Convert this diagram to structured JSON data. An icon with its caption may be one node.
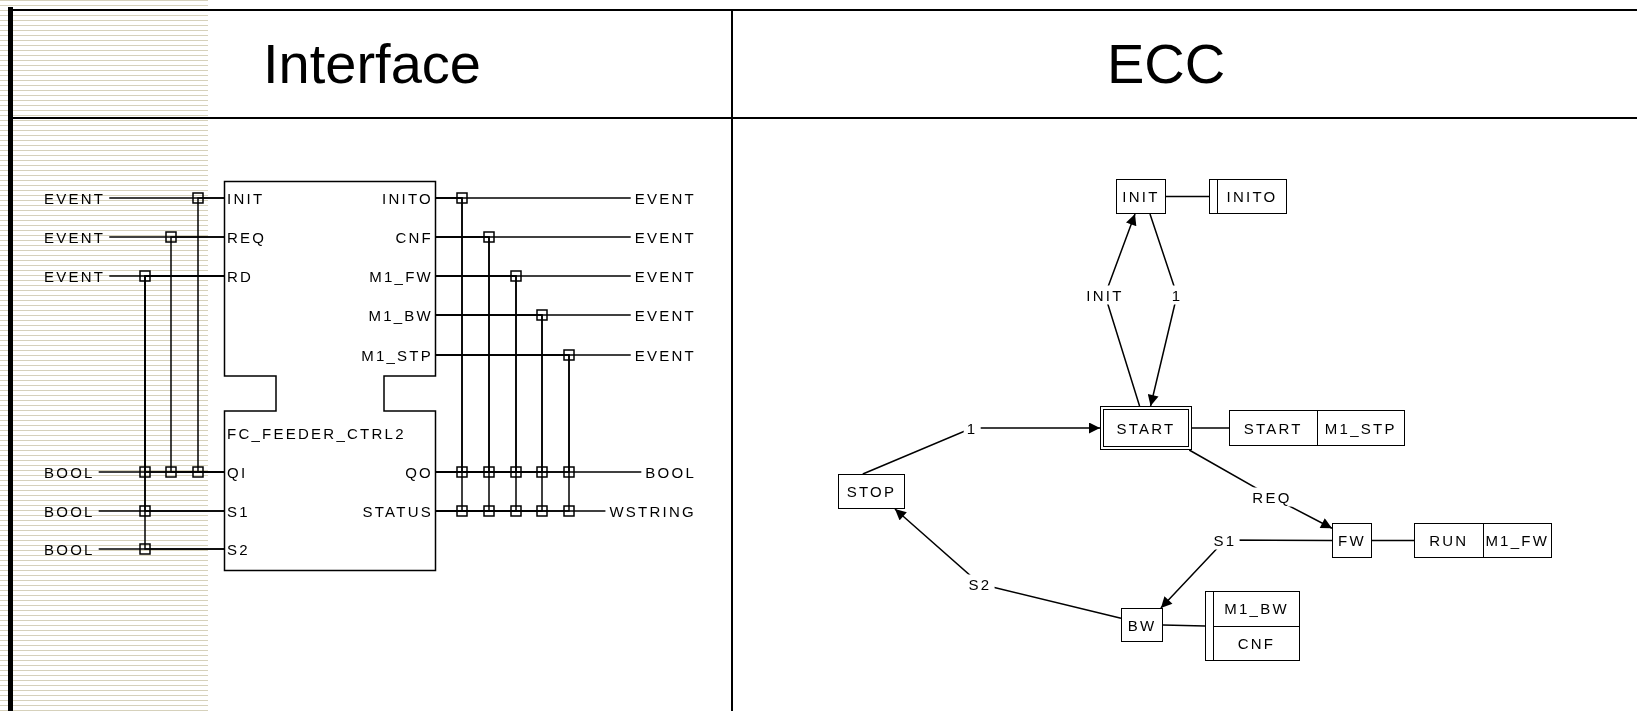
{
  "diagram": {
    "nodes": [
      {
        "text": [
          "FC_FEEDER_CTRL2"
        ]
      },
      {
        "text": [
          "INIT"
        ],
        "in": 0
      },
      {
        "text": [
          "REQ"
        ],
        "in": 0
      },
      {
        "text": [
          "RD"
        ],
        "in": 0
      },
      {
        "text": [
          "QI"
        ],
        "in": 0
      },
      {
        "text": [
          "S1"
        ],
        "in": 0
      },
      {
        "text": [
          "S2"
        ],
        "in": 0
      },
      {
        "text": [
          "INITO"
        ],
        "in": 0
      },
      {
        "text": [
          "CNF"
        ],
        "in": 0
      },
      {
        "text": [
          "M1_FW"
        ],
        "in": 0
      },
      {
        "text": [
          "M1_BW"
        ],
        "in": 0
      },
      {
        "text": [
          "M1_STP"
        ],
        "in": 0
      },
      {
        "text": [
          "QO"
        ],
        "in": 0
      },
      {
        "text": [
          "STATUS"
        ],
        "in": 0
      },
      {
        "text": [
          "EVENT"
        ]
      },
      {
        "text": [
          "EVENT"
        ]
      },
      {
        "text": [
          "EVENT"
        ]
      },
      {
        "text": [
          "BOOL"
        ]
      },
      {
        "text": [
          "BOOL"
        ]
      },
      {
        "text": [
          "BOOL"
        ]
      },
      {
        "text": [
          "EVENT"
        ]
      },
      {
        "text": [
          "EVENT"
        ]
      },
      {
        "text": [
          "EVENT"
        ]
      },
      {
        "text": [
          "EVENT"
        ]
      },
      {
        "text": [
          "EVENT"
        ]
      },
      {
        "text": [
          "BOOL"
        ]
      },
      {
        "text": [
          "WSTRING"
        ]
      },
      {
        "text": [
          "INIT"
        ]
      },
      {
        "text": [
          "INITO"
        ]
      },
      {
        "text": [
          "START"
        ]
      },
      {
        "text": [
          "START",
          "M1_STP"
        ]
      },
      {
        "text": [
          "STOP"
        ]
      },
      {
        "text": [
          "FW"
        ]
      },
      {
        "text": [
          "RUN",
          "M1_FW"
        ]
      },
      {
        "text": [
          "BW"
        ]
      },
      {
        "text": [
          "M1_BW",
          "CNF"
        ]
      }
    ],
    "edges": [
      {
        "from": 14,
        "to": 1,
        "arrow": "none"
      },
      {
        "from": 15,
        "to": 2,
        "arrow": "none"
      },
      {
        "from": 16,
        "to": 3,
        "arrow": "none"
      },
      {
        "from": 17,
        "to": 4,
        "arrow": "none"
      },
      {
        "from": 18,
        "to": 5,
        "arrow": "none"
      },
      {
        "from": 19,
        "to": 6,
        "arrow": "none"
      },
      {
        "from": 7,
        "to": 20,
        "arrow": "none"
      },
      {
        "from": 8,
        "to": 21,
        "arrow": "none"
      },
      {
        "from": 9,
        "to": 22,
        "arrow": "none"
      },
      {
        "from": 10,
        "to": 23,
        "arrow": "none"
      },
      {
        "from": 11,
        "to": 24,
        "arrow": "none"
      },
      {
        "from": 12,
        "to": 25,
        "arrow": "none"
      },
      {
        "from": 13,
        "to": 26,
        "arrow": "none"
      },
      {
        "from": 27,
        "to": 28,
        "arrow": "none"
      },
      {
        "from": 29,
        "to": 30,
        "arrow": "none"
      },
      {
        "from": 32,
        "to": 33,
        "arrow": "none"
      },
      {
        "from": 34,
        "to": 35,
        "arrow": "none"
      },
      {
        "from": 29,
        "to": 27,
        "label": "INIT",
        "arrow": "to"
      },
      {
        "from": 27,
        "to": 29,
        "label": "1",
        "arrow": "to"
      },
      {
        "from": 31,
        "to": 29,
        "label": "1",
        "arrow": "to"
      },
      {
        "from": 29,
        "to": 32,
        "label": "REQ",
        "arrow": "to"
      },
      {
        "from": 32,
        "to": 34,
        "label": "S1",
        "arrow": "to"
      },
      {
        "from": 34,
        "to": 31,
        "label": "S2",
        "arrow": "to"
      },
      {
        "from": 1,
        "to": 4,
        "arrow": "none"
      },
      {
        "from": 2,
        "to": 4,
        "arrow": "none"
      },
      {
        "from": 3,
        "to": 4,
        "arrow": "none"
      },
      {
        "from": 3,
        "to": 5,
        "arrow": "none"
      },
      {
        "from": 3,
        "to": 6,
        "arrow": "none"
      },
      {
        "from": 7,
        "to": 12,
        "arrow": "none"
      },
      {
        "from": 7,
        "to": 13,
        "arrow": "none"
      },
      {
        "from": 8,
        "to": 12,
        "arrow": "none"
      },
      {
        "from": 8,
        "to": 13,
        "arrow": "none"
      },
      {
        "from": 9,
        "to": 12,
        "arrow": "none"
      },
      {
        "from": 9,
        "to": 13,
        "arrow": "none"
      },
      {
        "from": 10,
        "to": 12,
        "arrow": "none"
      },
      {
        "from": 10,
        "to": 13,
        "arrow": "none"
      },
      {
        "from": 11,
        "to": 12,
        "arrow": "none"
      },
      {
        "from": 11,
        "to": 13,
        "arrow": "none"
      }
    ],
    "labels": [
      "Interface",
      "ECC"
    ]
  }
}
